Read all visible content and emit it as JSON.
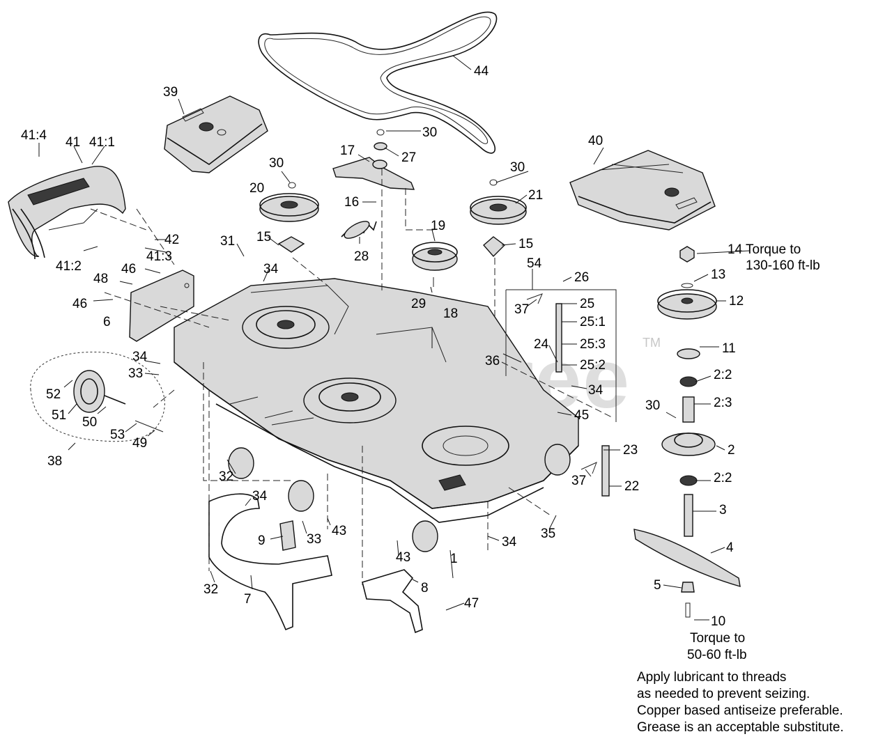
{
  "diagram": {
    "watermark": "PartsTree",
    "watermark_mark": "TM",
    "callouts": {
      "c41_4": "41:4",
      "c41": "41",
      "c41_1": "41:1",
      "c39": "39",
      "c44": "44",
      "c30a": "30",
      "c27": "27",
      "c17": "17",
      "c30b": "30",
      "c20": "20",
      "c16": "16",
      "c30c": "30",
      "c21": "21",
      "c40": "40",
      "c42": "42",
      "c41_3": "41:3",
      "c15a": "15",
      "c28": "28",
      "c19": "19",
      "c15b": "15",
      "c41_2": "41:2",
      "c31": "31",
      "c46a": "46",
      "c34a": "34",
      "c48": "48",
      "c54": "54",
      "c26": "26",
      "c14": "14",
      "c13": "13",
      "c12": "12",
      "c46b": "46",
      "c29": "29",
      "c25": "25",
      "c37a": "37",
      "c25_1": "25:1",
      "c6": "6",
      "c18": "18",
      "c24": "24",
      "c25_3": "25:3",
      "c11": "11",
      "c34b": "34",
      "c36": "36",
      "c25_2": "25:2",
      "c2_2a": "2:2",
      "c33a": "33",
      "c34c": "34",
      "c52": "52",
      "c2_3": "2:3",
      "c30d": "30",
      "c51": "51",
      "c50": "50",
      "c45": "45",
      "c2": "2",
      "c53": "53",
      "c49": "49",
      "c23": "23",
      "c38": "38",
      "c32a": "32",
      "c37b": "37",
      "c22": "22",
      "c2_2b": "2:2",
      "c34d": "34",
      "c3": "3",
      "c43a": "43",
      "c33b": "33",
      "c9": "9",
      "c35": "35",
      "c4": "4",
      "c1": "1",
      "c43b": "43",
      "c34e": "34",
      "c8": "8",
      "c5": "5",
      "c32b": "32",
      "c7": "7",
      "c47": "47",
      "c10": "10"
    },
    "torque_top": {
      "line1": "Torque to",
      "line2": "130-160 ft-lb"
    },
    "torque_bottom": {
      "line1": "Torque to",
      "line2": "50-60 ft-lb"
    },
    "lubricant_note": [
      "Apply lubricant to threads",
      "as needed to prevent seizing.",
      "Copper based antiseize preferable.",
      "Grease is an acceptable substitute."
    ]
  }
}
